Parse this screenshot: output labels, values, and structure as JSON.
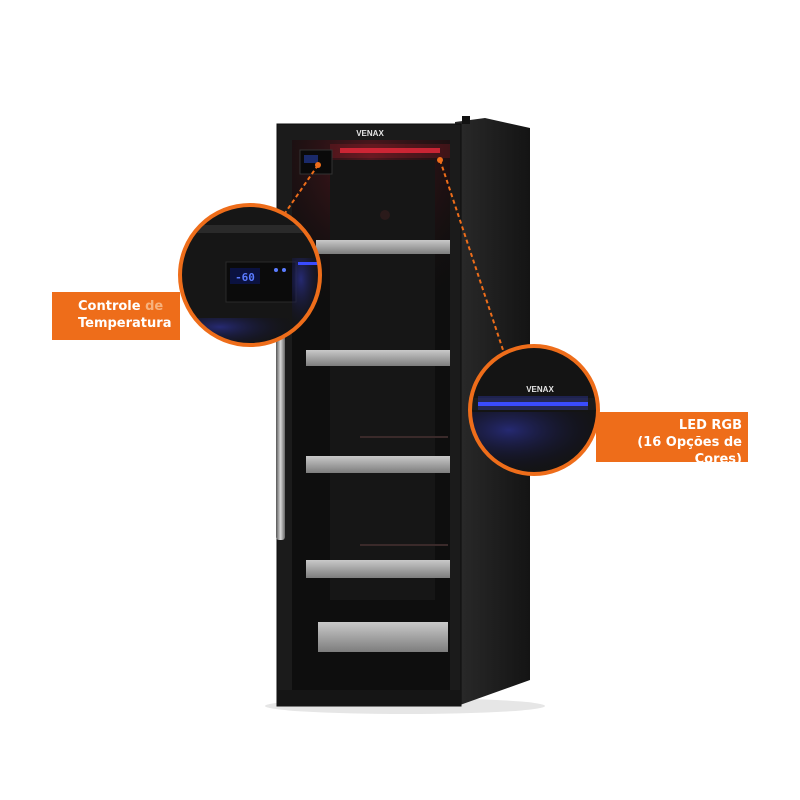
{
  "product": {
    "brand": "VENAX",
    "display_reading": "-60"
  },
  "callouts": {
    "temperature": {
      "word1": "Controle",
      "word2": "de",
      "line2": "Temperatura"
    },
    "led": {
      "line1": "LED RGB",
      "line2": "(16 Opções de Cores)",
      "zoom_brand": "VENAX"
    }
  },
  "colors": {
    "accent_orange": "#ee6d1a",
    "led_red": "#e0283a",
    "led_blue": "#3a4cff",
    "body": "#1c1c1c",
    "shelf": "#9a9a9a"
  }
}
